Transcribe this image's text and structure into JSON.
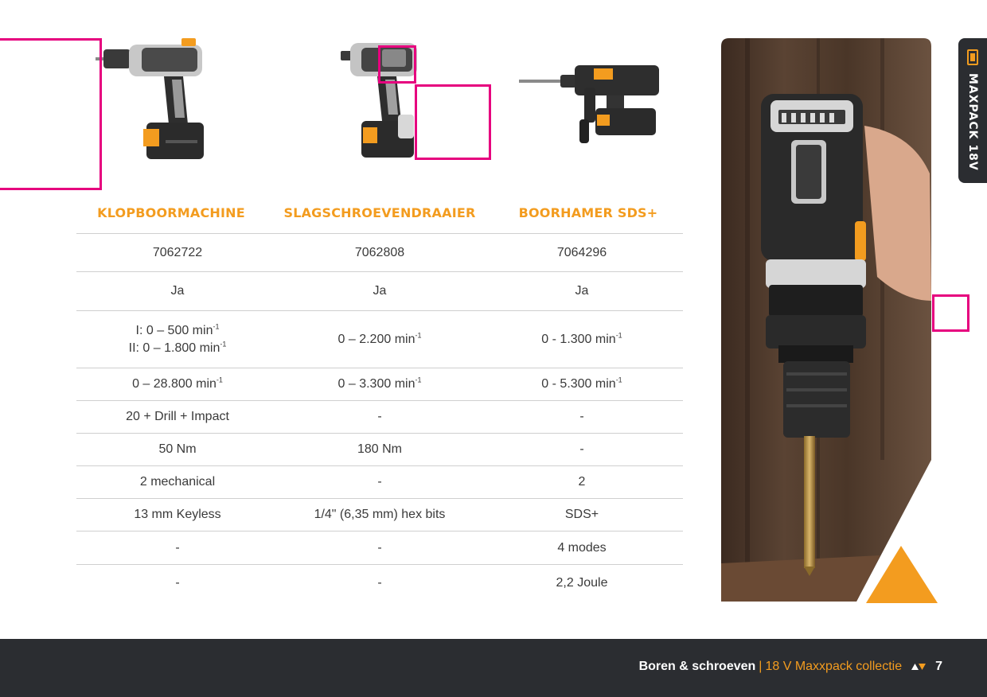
{
  "columns": [
    {
      "title": "KLOPBOORMACHINE"
    },
    {
      "title": "SLAGSCHROEVENDRAAIER"
    },
    {
      "title": "BOORHAMER SDS+"
    }
  ],
  "rows": [
    {
      "cells": [
        {
          "text": "7062722"
        },
        {
          "text": "7062808"
        },
        {
          "text": "7064296"
        }
      ]
    },
    {
      "cells": [
        {
          "text": "Ja"
        },
        {
          "text": "Ja"
        },
        {
          "text": "Ja"
        }
      ]
    },
    {
      "cells": [
        {
          "lines": [
            {
              "text": "I: 0 – 500 min",
              "sup": "-1"
            },
            {
              "text": "II: 0 – 1.800 min",
              "sup": "-1"
            }
          ]
        },
        {
          "lines": [
            {
              "text": "0 – 2.200 min",
              "sup": "-1"
            }
          ]
        },
        {
          "lines": [
            {
              "text": "0 - 1.300 min",
              "sup": "-1"
            }
          ]
        }
      ]
    },
    {
      "cells": [
        {
          "lines": [
            {
              "text": "0 – 28.800 min",
              "sup": "-1"
            }
          ]
        },
        {
          "lines": [
            {
              "text": "0 – 3.300 min",
              "sup": "-1"
            }
          ]
        },
        {
          "lines": [
            {
              "text": "0 - 5.300 min",
              "sup": "-1"
            }
          ]
        }
      ]
    },
    {
      "cells": [
        {
          "text": "20 + Drill + Impact"
        },
        {
          "text": "-"
        },
        {
          "text": "-"
        }
      ]
    },
    {
      "cells": [
        {
          "text": "50 Nm"
        },
        {
          "text": "180 Nm"
        },
        {
          "text": "-"
        }
      ]
    },
    {
      "cells": [
        {
          "text": "2 mechanical"
        },
        {
          "text": "-"
        },
        {
          "text": "2"
        }
      ]
    },
    {
      "cells": [
        {
          "text": "13 mm Keyless"
        },
        {
          "text": "1/4\" (6,35 mm) hex bits"
        },
        {
          "text": "SDS+"
        }
      ]
    },
    {
      "cells": [
        {
          "text": "-"
        },
        {
          "text": "-"
        },
        {
          "text": "4 modes"
        }
      ]
    },
    {
      "cells": [
        {
          "text": "-"
        },
        {
          "text": "-"
        },
        {
          "text": "2,2 Joule"
        }
      ]
    }
  ],
  "side_tab": {
    "label": "MAXPACK 18V",
    "icon": "battery-icon"
  },
  "footer": {
    "section": "Boren & schroeven",
    "separator": "|",
    "collection": "18 V Maxxpack collectie",
    "page": "7",
    "icon": "triangle-arrows-icon"
  },
  "colors": {
    "accent": "#f39c1f",
    "dark": "#2b2d31",
    "highlight_box": "#e6007e",
    "text": "#3a3a3a",
    "divider": "#cfcfcf"
  }
}
